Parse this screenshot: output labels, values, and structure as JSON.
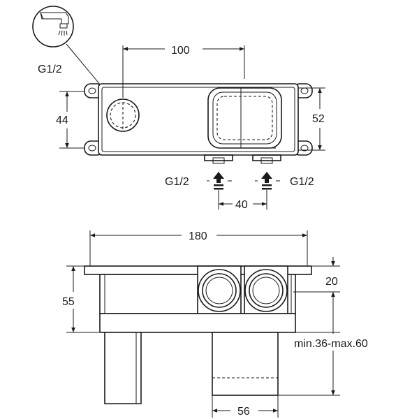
{
  "top_view": {
    "width_label": "100",
    "height_left_label": "44",
    "height_right_label": "52",
    "inlet_spacing_label": "40",
    "outlet_thread_label": "G1/2",
    "inlet_left_label": "G1/2",
    "inlet_right_label": "G1/2"
  },
  "side_view": {
    "width_label": "180",
    "height_label": "55",
    "flange_label": "20",
    "depth_range_label": "min.36-max.60",
    "sleeve_width_label": "56"
  },
  "icons": {
    "spout": "spout-icon",
    "arrow": "up-arrow-icon"
  }
}
